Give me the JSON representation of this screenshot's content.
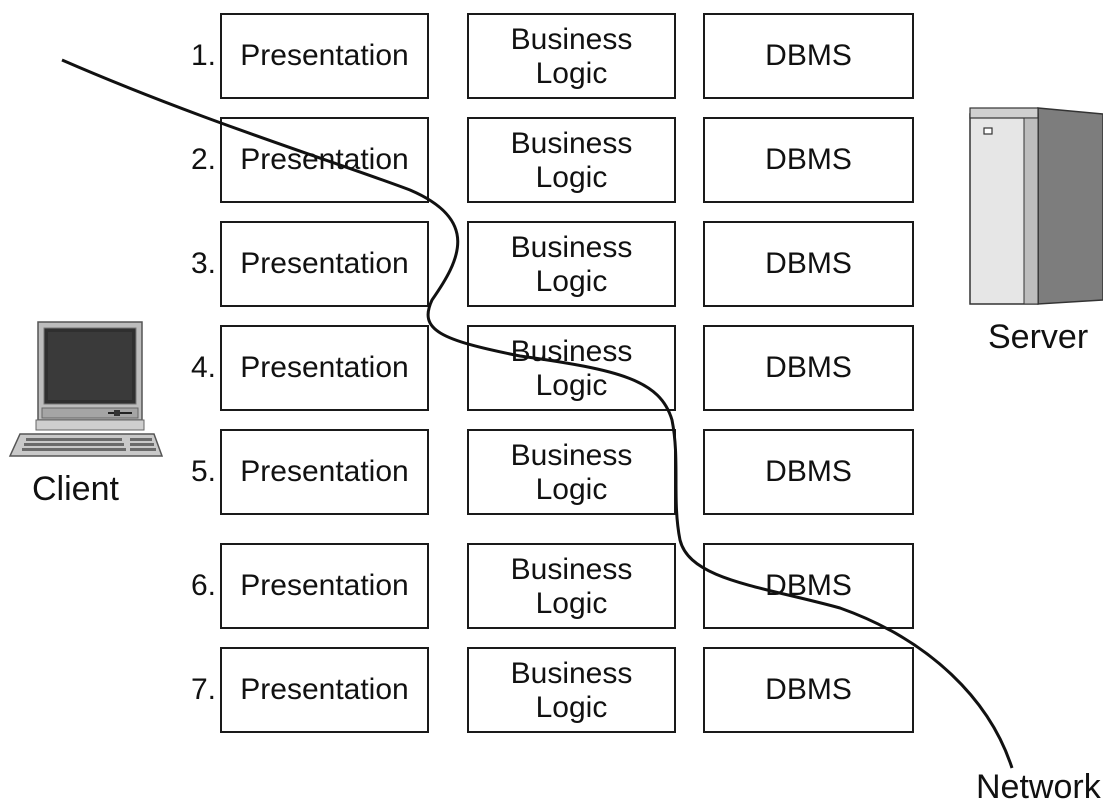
{
  "rows": [
    {
      "num": "1.",
      "presentation": "Presentation",
      "business_line1": "Business",
      "business_line2": "Logic",
      "dbms": "DBMS"
    },
    {
      "num": "2.",
      "presentation": "Presentation",
      "business_line1": "Business",
      "business_line2": "Logic",
      "dbms": "DBMS"
    },
    {
      "num": "3.",
      "presentation": "Presentation",
      "business_line1": "Business",
      "business_line2": "Logic",
      "dbms": "DBMS"
    },
    {
      "num": "4.",
      "presentation": "Presentation",
      "business_line1": "Business",
      "business_line2": "Logic",
      "dbms": "DBMS"
    },
    {
      "num": "5.",
      "presentation": "Presentation",
      "business_line1": "Business",
      "business_line2": "Logic",
      "dbms": "DBMS"
    },
    {
      "num": "6.",
      "presentation": "Presentation",
      "business_line1": "Business",
      "business_line2": "Logic",
      "dbms": "DBMS"
    },
    {
      "num": "7.",
      "presentation": "Presentation",
      "business_line1": "Business",
      "business_line2": "Logic",
      "dbms": "DBMS"
    }
  ],
  "labels": {
    "client": "Client",
    "server": "Server",
    "network": "Network"
  },
  "icons": {
    "client": "computer-icon",
    "server": "server-icon"
  },
  "colors": {
    "line": "#111111",
    "box_border": "#1a1a1a"
  }
}
